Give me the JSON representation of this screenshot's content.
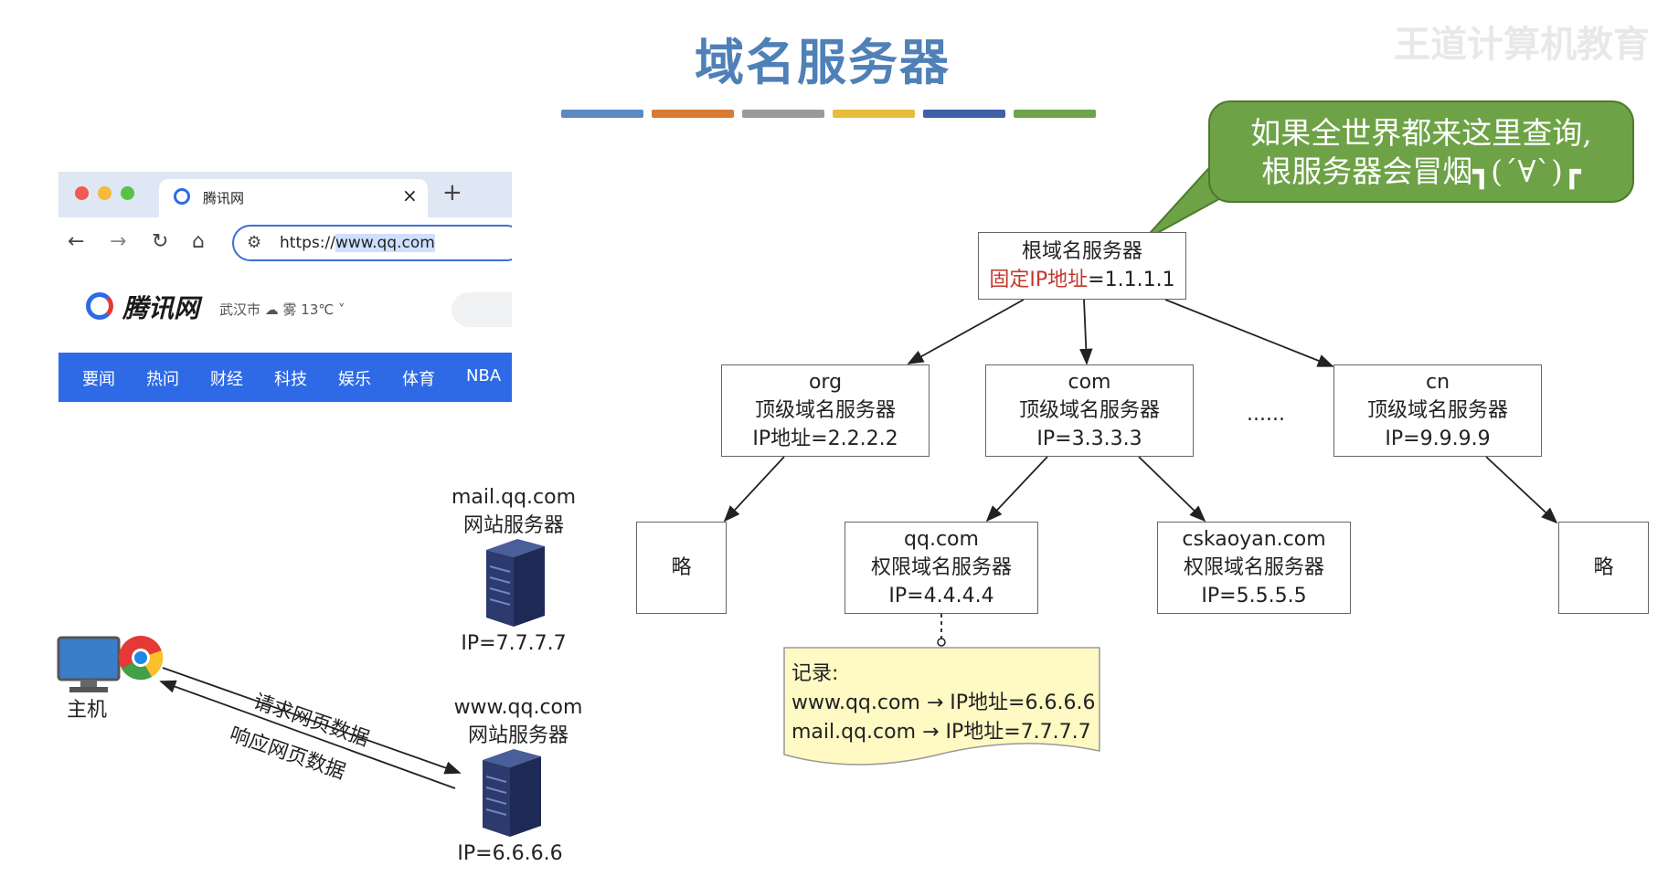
{
  "title": "域名服务器",
  "watermark": "王道计算机教育",
  "bar_colors": [
    "#5b8ac6",
    "#d97a35",
    "#9a9a9a",
    "#e8bb3a",
    "#3f5fa8",
    "#6fa44c"
  ],
  "bubble": {
    "line1": "如果全世界都来这里查询,",
    "line2": "根服务器会冒烟┓(´∀`)┏"
  },
  "root": {
    "name": "根域名服务器",
    "ip_prefix": "固定IP地址",
    "ip_value": "=1.1.1.1"
  },
  "tld": [
    {
      "domain": "org",
      "role": "顶级域名服务器",
      "ip": "IP地址=2.2.2.2"
    },
    {
      "domain": "com",
      "role": "顶级域名服务器",
      "ip": "IP=3.3.3.3"
    },
    {
      "domain": "cn",
      "role": "顶级域名服务器",
      "ip": "IP=9.9.9.9"
    }
  ],
  "ellipsis": "......",
  "auth": [
    {
      "domain": "qq.com",
      "role": "权限域名服务器",
      "ip": "IP=4.4.4.4"
    },
    {
      "domain": "cskaoyan.com",
      "role": "权限域名服务器",
      "ip": "IP=5.5.5.5"
    }
  ],
  "omit": "略",
  "record": {
    "title": "记录:",
    "line1": "www.qq.com → IP地址=6.6.6.6",
    "line2": "mail.qq.com → IP地址=7.7.7.7"
  },
  "mail_server": {
    "name": "mail.qq.com",
    "role": "网站服务器",
    "ip": "IP=7.7.7.7"
  },
  "www_server": {
    "name": "www.qq.com",
    "role": "网站服务器",
    "ip": "IP=6.6.6.6"
  },
  "host": "主机",
  "request": "请求网页数据",
  "response": "响应网页数据",
  "browser": {
    "tab_title": "腾讯网",
    "tab_close": "×",
    "new_tab": "+",
    "url_prefix": "https://",
    "url_host": "www.qq.com",
    "site_logo": "腾讯网",
    "city": "武汉市 ☁ 雾 13℃ ˅",
    "menu": [
      "要闻",
      "热问",
      "财经",
      "科技",
      "娱乐",
      "体育",
      "NBA"
    ]
  }
}
